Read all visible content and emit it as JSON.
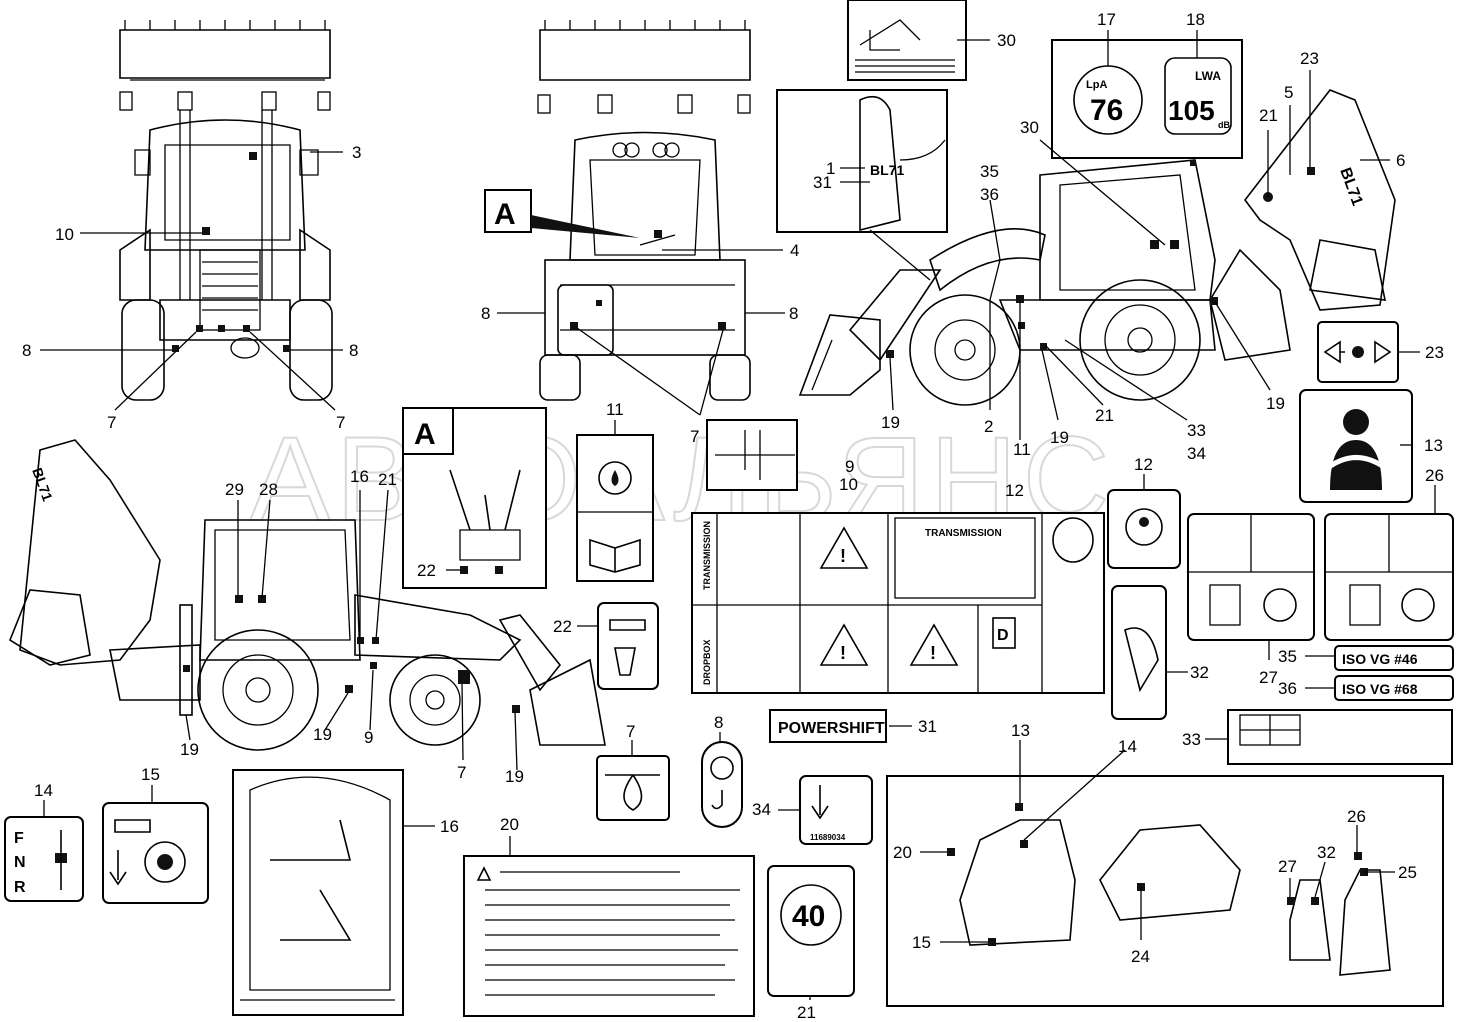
{
  "watermark": "АВТОАЛЬЯНС",
  "view_marker": "A",
  "callouts": [
    "1",
    "2",
    "3",
    "4",
    "5",
    "6",
    "7",
    "8",
    "9",
    "10",
    "11",
    "12",
    "13",
    "14",
    "15",
    "16",
    "17",
    "18",
    "19",
    "20",
    "21",
    "22",
    "23",
    "24",
    "25",
    "26",
    "27",
    "28",
    "29",
    "30",
    "31",
    "32",
    "33",
    "34",
    "35",
    "36"
  ],
  "decals": {
    "noise_lpa": "76",
    "noise_lpa_label": "LpA",
    "noise_lwa": "105",
    "noise_lwa_label": "LWA",
    "noise_unit": "dB",
    "transmission_1": "TRANSMISSION",
    "transmission_2": "TRANSMISSION",
    "dropbox": "DROPBOX",
    "fuel_letter": "D",
    "powershift": "POWERSHIFT",
    "oil_46": "ISO VG #46",
    "oil_68": "ISO VG #68",
    "speed_limit": "40",
    "gear_f": "F",
    "gear_n": "N",
    "gear_r": "R",
    "model_badge": "BL71",
    "part_code": "11689034"
  },
  "icons": [
    "hydraulic-oil-temp-icon",
    "manual-book-icon",
    "warning-triangle-icon",
    "seatbelt-icon",
    "lift-hook-icon",
    "fuel-pump-icon",
    "arrow-point-icon",
    "pedal-icon"
  ]
}
